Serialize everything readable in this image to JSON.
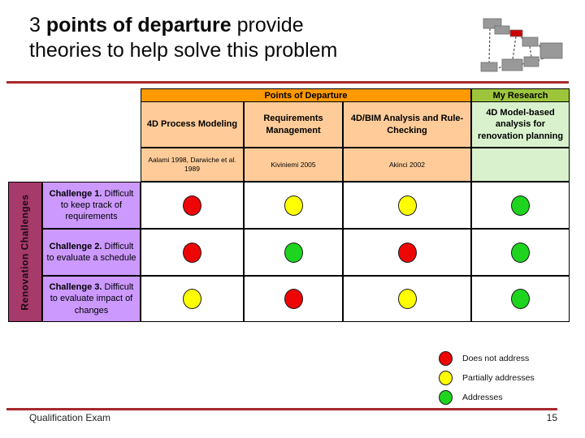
{
  "title": {
    "line1_prefix": "3 ",
    "line1_bold": "points of departure",
    "line1_suffix": " provide",
    "line2": "theories to help solve this problem"
  },
  "matrix": {
    "group_headers": [
      {
        "label": "Points of Departure"
      },
      {
        "label": "My Research"
      }
    ],
    "columns": [
      {
        "title": "4D Process Modeling",
        "citation": "Aalami 1998, Darwiche et al. 1989"
      },
      {
        "title": "Requirements Management",
        "citation": "Kiviniemi 2005"
      },
      {
        "title": "4D/BIM Analysis and Rule-Checking",
        "citation": "Akinci 2002"
      },
      {
        "title": "4D Model-based analysis for renovation planning",
        "citation": ""
      }
    ],
    "row_group_label": "Renovation Challenges",
    "rows": [
      {
        "label_bold": "Challenge 1.",
        "label_rest": " Difficult to keep track of requirements",
        "cells": [
          "red",
          "yellow",
          "yellow",
          "green"
        ]
      },
      {
        "label_bold": "Challenge 2.",
        "label_rest": " Difficult to evaluate a schedule",
        "cells": [
          "red",
          "green",
          "red",
          "green"
        ]
      },
      {
        "label_bold": "Challenge 3.",
        "label_rest": " Difficult to evaluate impact of changes",
        "cells": [
          "yellow",
          "red",
          "yellow",
          "green"
        ]
      }
    ]
  },
  "legend": [
    {
      "color": "red",
      "label": "Does not address"
    },
    {
      "color": "yellow",
      "label": "Partially addresses"
    },
    {
      "color": "green",
      "label": "Addresses"
    }
  ],
  "footer": {
    "left": "Qualification Exam",
    "page": "15"
  },
  "colors": {
    "accent_rule": "#A8282D",
    "orange_header": "#FF9900",
    "peach_cell": "#FFCC99",
    "green_header": "#9DC53C",
    "green_cell": "#D9F2CD",
    "purple_cell": "#CC99FF",
    "plum_bar": "#A63A6B",
    "dots": {
      "red": "#EE0606",
      "yellow": "#FFFF00",
      "green": "#1ED41E"
    }
  }
}
